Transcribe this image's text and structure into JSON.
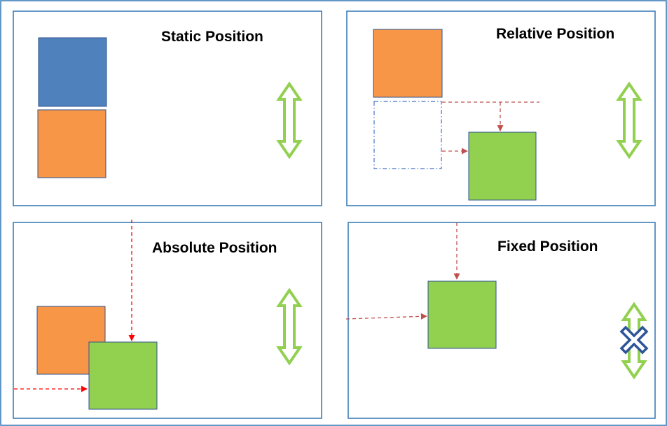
{
  "colors": {
    "panel_border": "#2e75b6",
    "blue_box": "#4f81bd",
    "orange_box": "#f79646",
    "green_box": "#92d050",
    "box_stroke": "#2f528f",
    "double_arrow": "#92d050",
    "arrow_red": "#ff0000",
    "arrow_dark_red": "#c0504d",
    "placeholder_outline": "#4472c4",
    "cross_icon": "#2f5597"
  },
  "panels": {
    "static": {
      "title": "Static Position"
    },
    "relative": {
      "title": "Relative Position"
    },
    "absolute": {
      "title": "Absolute Position"
    },
    "fixed": {
      "title": "Fixed Position"
    }
  },
  "icons": {
    "scroll": "double-headed-vertical-arrow-icon",
    "fixed_marker": "cross-icon"
  }
}
